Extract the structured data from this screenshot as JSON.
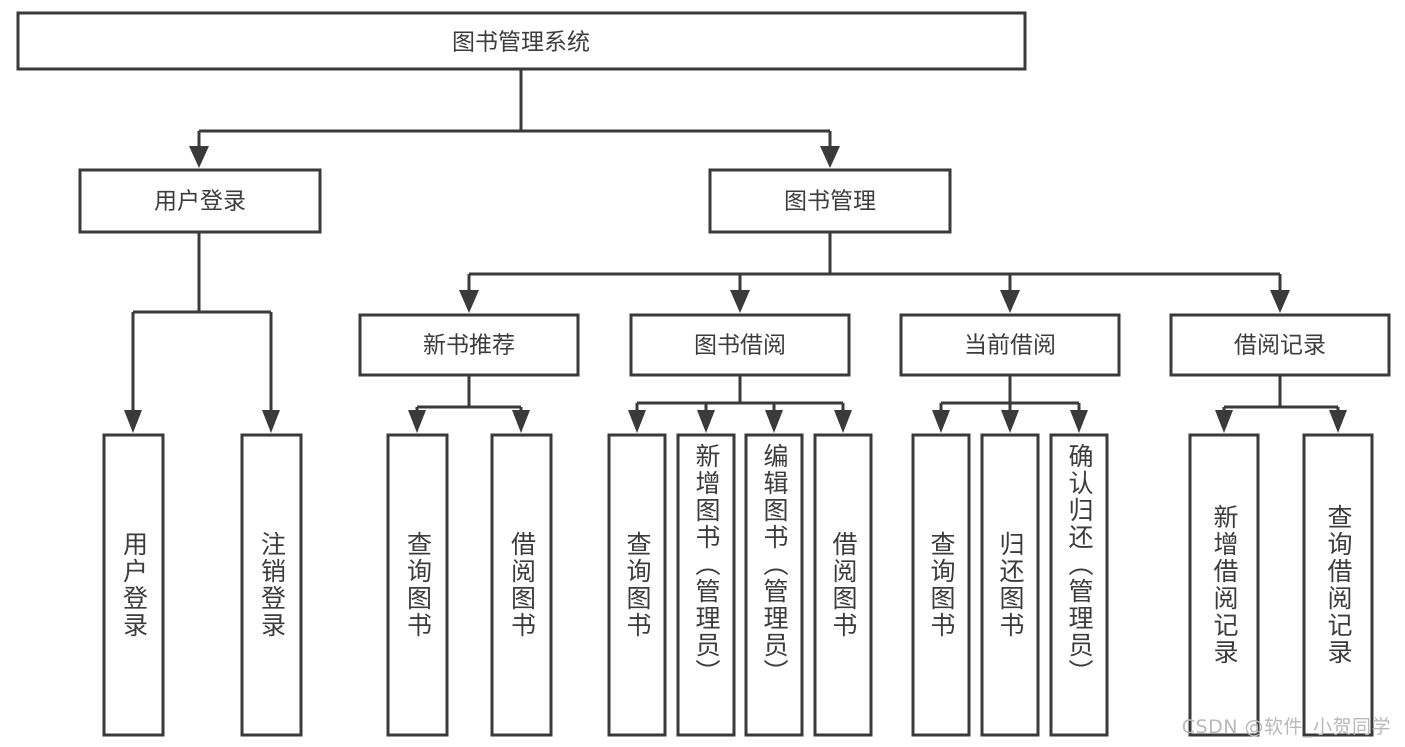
{
  "diagram": {
    "type": "tree",
    "orientation": "top-down",
    "watermark": "CSDN @软件_小贺同学",
    "colors": {
      "background": "#ffffff",
      "box_fill": "#ffffff",
      "box_stroke": "#3a3a3a",
      "text": "#3c3c3c",
      "watermark": "#b9b9b9"
    },
    "root": {
      "id": "root",
      "label": "图书管理系统"
    },
    "level2": [
      {
        "id": "user-login",
        "label": "用户登录"
      },
      {
        "id": "book-manage",
        "label": "图书管理"
      }
    ],
    "level3": [
      {
        "id": "new-book-recommend",
        "label": "新书推荐",
        "parent": "book-manage"
      },
      {
        "id": "book-borrow",
        "label": "图书借阅",
        "parent": "book-manage"
      },
      {
        "id": "current-borrow",
        "label": "当前借阅",
        "parent": "book-manage"
      },
      {
        "id": "borrow-record",
        "label": "借阅记录",
        "parent": "book-manage"
      }
    ],
    "leaves": [
      {
        "id": "leaf-user-login",
        "label": "用户登录",
        "parent": "user-login"
      },
      {
        "id": "leaf-logout-login",
        "label": "注销登录",
        "parent": "user-login"
      },
      {
        "id": "leaf-query-book-1",
        "label": "查询图书",
        "parent": "new-book-recommend"
      },
      {
        "id": "leaf-borrow-book-1",
        "label": "借阅图书",
        "parent": "new-book-recommend"
      },
      {
        "id": "leaf-query-book-2",
        "label": "查询图书",
        "parent": "book-borrow"
      },
      {
        "id": "leaf-add-book",
        "label": "新增图书（管理员）",
        "parent": "book-borrow"
      },
      {
        "id": "leaf-edit-book",
        "label": "编辑图书（管理员）",
        "parent": "book-borrow"
      },
      {
        "id": "leaf-borrow-book-2",
        "label": "借阅图书",
        "parent": "book-borrow"
      },
      {
        "id": "leaf-query-book-3",
        "label": "查询图书",
        "parent": "current-borrow"
      },
      {
        "id": "leaf-return-book",
        "label": "归还图书",
        "parent": "current-borrow"
      },
      {
        "id": "leaf-confirm-return",
        "label": "确认归还（管理员）",
        "parent": "current-borrow"
      },
      {
        "id": "leaf-add-borrow-record",
        "label": "新增借阅记录",
        "parent": "borrow-record"
      },
      {
        "id": "leaf-query-borrow-record",
        "label": "查询借阅记录",
        "parent": "borrow-record"
      }
    ]
  }
}
